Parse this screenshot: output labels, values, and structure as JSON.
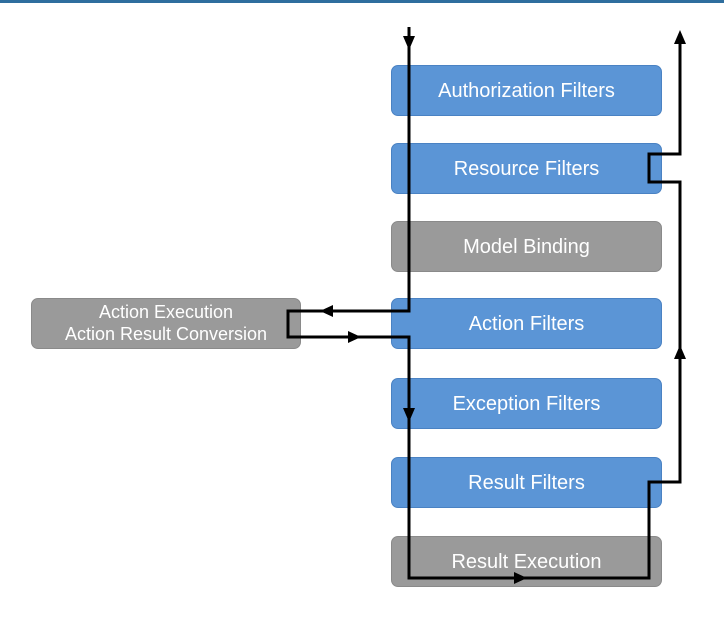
{
  "diagram": {
    "stages": [
      {
        "id": "auth",
        "label": "Authorization Filters",
        "color": "#5b95d6"
      },
      {
        "id": "resource",
        "label": "Resource Filters",
        "color": "#5b95d6"
      },
      {
        "id": "model",
        "label": "Model Binding",
        "color": "#9a9a9a"
      },
      {
        "id": "action",
        "label": "Action Filters",
        "color": "#5b95d6"
      },
      {
        "id": "exception",
        "label": "Exception Filters",
        "color": "#5b95d6"
      },
      {
        "id": "result",
        "label": "Result Filters",
        "color": "#5b95d6"
      },
      {
        "id": "execution",
        "label": "Result Execution",
        "color": "#9a9a9a"
      }
    ],
    "side_box": {
      "line1": "Action Execution",
      "line2": "Action Result Conversion",
      "color": "#9a9a9a"
    },
    "flow_color": "#000000",
    "accent": "#2f6e9e"
  }
}
